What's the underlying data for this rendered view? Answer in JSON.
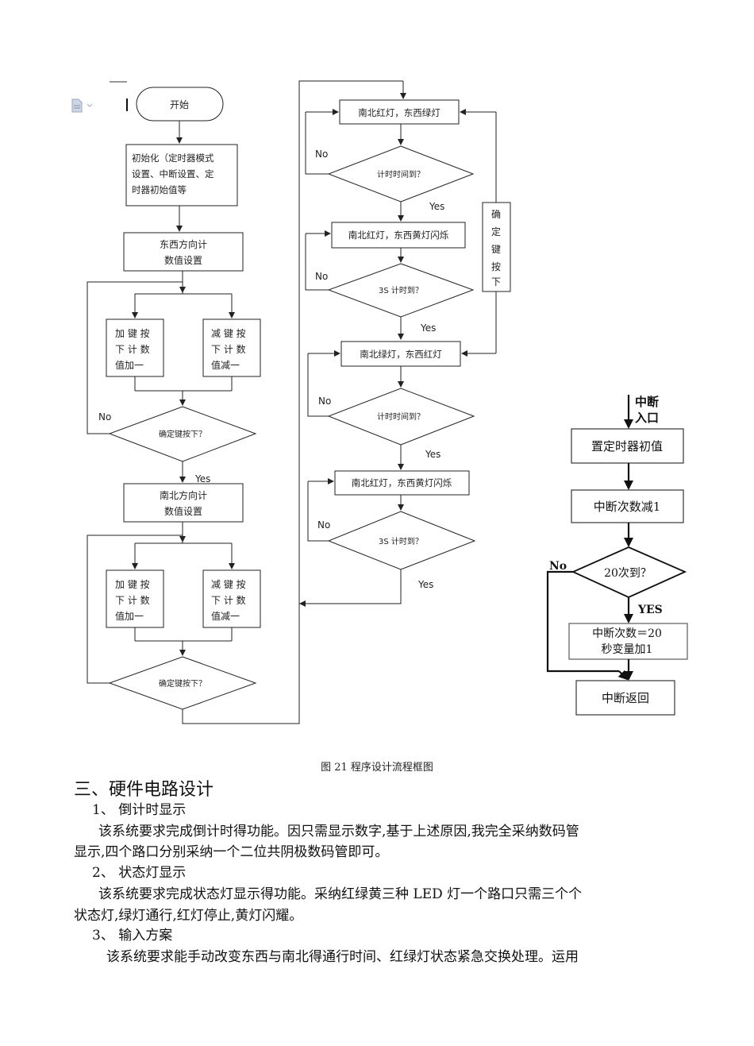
{
  "flowchart": {
    "start": "开始",
    "init": [
      "初始化（定时器模式",
      "设置、中断设置、定",
      "时器初始值等"
    ],
    "ew_setting": [
      "东西方向计",
      "数值设置"
    ],
    "ns_setting": [
      "南北方向计",
      "数值设置"
    ],
    "add_key": [
      "加 键 按",
      "下 计 数",
      "值加一"
    ],
    "sub_key": [
      "减 键 按",
      "下 计 数",
      "值减一"
    ],
    "confirm_q": "确定键按下？",
    "no": "No",
    "yes": "Yes",
    "state1": "南北红灯，东西绿灯",
    "timeup_q": "计时时间到？",
    "state2": "南北红灯，东西黄灯闪烁",
    "three_s_q": "3S 计时到？",
    "state3": "南北绿灯，东西红灯",
    "state4": "南北红灯，东西黄灯闪烁",
    "confirm_side": [
      "确",
      "定",
      "键",
      "按",
      "下"
    ]
  },
  "interrupt": {
    "entry": [
      "中断",
      "入口"
    ],
    "set_init": "置定时器初值",
    "dec": "中断次数减1",
    "q": "20次到？",
    "no": "No",
    "yes": "YES",
    "reset": [
      "中断次数＝20",
      "秒变量加1"
    ],
    "ret": "中断返回"
  },
  "caption": "图 21 程序设计流程框图",
  "section": "三、硬件电路设计",
  "items": [
    {
      "heading": "1、  倒计时显示",
      "lines": [
        "该系统要求完成倒计时得功能。因只需显示数字,基于上述原因,我完全采纳数码管",
        "显示,四个路口分别采纳一个二位共阴极数码管即可。"
      ]
    },
    {
      "heading": "2、  状态灯显示",
      "lines": [
        "该系统要求完成状态灯显示得功能。采纳红绿黄三种 LED 灯一个路口只需三个个",
        "状态灯,绿灯通行,红灯停止,黄灯闪耀。"
      ]
    },
    {
      "heading": "3、  输入方案",
      "lines": [
        "该系统要求能手动改变东西与南北得通行时间、红绿灯状态紧急交换处理。运用"
      ]
    }
  ]
}
